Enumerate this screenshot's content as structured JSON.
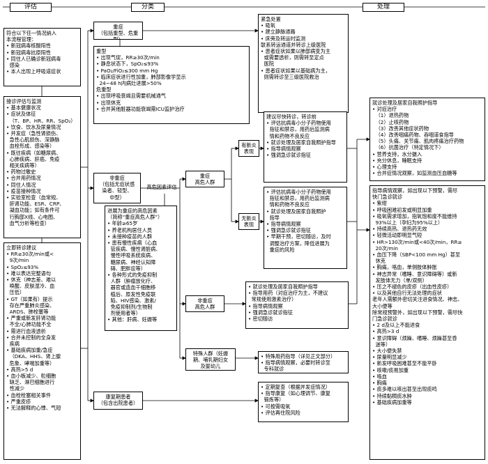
{
  "headers": {
    "assess": "评估",
    "classify": "分类",
    "treat": "处理"
  },
  "box1": [
    "符合以下任一情况纳入",
    "本流程管理：",
    "• 新冠病毒核酸阳性",
    "• 新冠病毒抗原阳性",
    "• 同住人已确诊新冠病毒",
    "  感染",
    "• 本人出现上呼吸道症状"
  ],
  "box2": [
    "接诊评估与监测",
    "• 基本健康状况",
    "• 症状及体征",
    "  （T、BP、HR、RR、SpO₂）",
    "• 饮食、饮水及尿量情况",
    "• 并发症（急性肾损伤、",
    "  急性心肌损伤、深静脉",
    "  血栓形成、感染等）",
    "• 既往疾病（如糖尿病、",
    "  心肺疾病、肝癌、免疫",
    "  相关疾病等）",
    "• 药物过敏史",
    "• 合并用药情况",
    "• 同住人情况",
    "• 疫苗接种情况",
    "• 实验室检查（血常规、",
    "  肝肾功能、ESR、CRP、",
    "  凝血功能；如有条件可",
    "  行胸部X线、心电图、",
    "  血气分析等检查）"
  ],
  "box3": [
    "立即转诊建议",
    "• RR≥30次/min或<",
    "  9次/min",
    "• SpO₂≤93%",
    "• 难以表达完整语句",
    "• 休克（神志差、难以",
    "  唤醒、皮肤湿冷、血",
    "  压低）",
    "• GT（如果有）提示",
    "  存在严重肺炎感染、",
    "  ARDS、肺栓塞等",
    "• 严重或新发肝肾功能",
    "  不全/心肺功能不全",
    "• 需进行血液透析",
    "• 合并未控制的全身发",
    "  疾病",
    "• 基础疾病加重/急症",
    "  （DKA、HHS、肾上腺",
    "  危象、哮喘加重等）",
    "• 高热>5 d",
    "• 血小板减少、粒细胞",
    "  缺乏、淋巴细胞进行",
    "  性减少",
    "• 血栓栓塞相关事件",
    "• 严重皮疹",
    "• 无法解释的心悸、气短"
  ],
  "severe_box": [
    "重症",
    "（包括重型、危重型）"
  ],
  "severe_detail": [
    "重型",
    "• 出现气促，RR≥30次/min",
    "• 静息状态下，SpO₂≤93%",
    "• PaO₂/FiO₂≤300 mm Hg",
    "• 临床症状进行性加重，肺部影像学显示",
    "  24~48 h内病灶进展>50%",
    "危重型",
    "• 出现呼吸衰竭且需要机械通气",
    "• 出现休克",
    "• 合并其他脏器功能衰竭需ICU监护治疗"
  ],
  "emergency_box": [
    "紧急处置",
    "• 吸氧",
    "• 建立静脉通路",
    "• 床旁及转运时监测",
    "联系转运通道并转诊上级医院",
    "• 患者症状如果以肺部病变为主",
    "  或需要透析，则需转至定点",
    "  医院",
    "• 患者症状如果以基础病为主，",
    "  则需转诊至三级医院救治"
  ],
  "nonsevere_box": [
    "非重症",
    "（包括无症状感",
    "染者、轻型、",
    "中型）"
  ],
  "eval_label": "高危因素评估",
  "risk_box": [
    "进展为重症的高危因素",
    "（简称“重症高危人群”）",
    "• 年龄≥65岁",
    "• 养老机构居住人员",
    "• 未接种疫苗的人群",
    "• 患有慢性疾病（心血",
    "  管疾病、慢性肾脏病、",
    "  慢性呼吸系统疾病、",
    "  糖尿病、神经认知障",
    "  碍、肥胖症等）",
    "• 各种形式的免疫抑制",
    "  人群（肿瘤放化疗、",
    "  器官或造血干细胞移",
    "  植后、原发性免疫联",
    "  陷、HIV感染、激素/",
    "  免疫抑制剂/生物制",
    "  剂使用者等）",
    "• 其他：肝病、妊娠等"
  ],
  "highrisk_box": [
    "重症",
    "高危人群"
  ],
  "fever_yes_box": [
    "有新炎",
    "表现"
  ],
  "fever_no_box": [
    "无新炎",
    "表现"
  ],
  "fever_yes_detail": [
    "建议尽快转诊，转诊前",
    "• 评估抗病毒小分子药物使用",
    "  指征和禁忌，用药后监测病",
    "  情和药物不良反应",
    "• 就诊处理及居家自我照护指导",
    "• 指导病情观察",
    "• 强调急诊就诊指征"
  ],
  "fever_no_detail": [
    "• 评估抗病毒小分子药物使用",
    "  指征和禁忌，用药后监测病",
    "  情和药物不良反应",
    "• 就诊处理及居家自我照护",
    "  指导",
    "• 指导病情观察",
    "• 强调急诊就诊指征",
    "• 早期干预，密切随访，及时",
    "  调整治疗方案，降低进展为",
    "  重症的风险"
  ],
  "nonhigh_box": [
    "非重症",
    "高危人群"
  ],
  "nonhigh_detail": [
    "• 就诊处理及居家自我照护指导",
    "• 指导用药（对症治疗为主，不建议",
    "  常规使用激素治疗）",
    "• 指导病情观察",
    "• 强调急诊就诊指征",
    "• 密切随访"
  ],
  "special_box": [
    "特殊人群（妊娠",
    "期、哺乳期妇女",
    "及婴幼儿"
  ],
  "special_detail": [
    "• 特殊用药指导（详见正文部分）",
    "• 指导病情观察，必要时转诊至",
    "  专科就诊"
  ],
  "recovery_box": [
    "康复期患者",
    "（包含出院患者）"
  ],
  "recovery_detail": [
    "• 定期复查（根据并发症情况）",
    "• 指导康复（如心理调节、康复",
    "  锻炼等）",
    "• 可按需吸氧",
    "• 评估再住院风险"
  ],
  "treatment_box": [
    "就诊处理及居家自我照护指导",
    "• 对症治疗",
    "  （1）退热药物",
    "  （2）止咳药物",
    "  （3）改善其他症状药物",
    "  （4）改善咽痛药物、吞咽道食指导",
    "  （5）头痛、关节痛、肌肉疼痛治疗药物",
    "  （6）抗菌治疗（特定情况下）",
    "• 营养支持，水分摄入",
    "• 充分休息，睡眠支持",
    "• 心理支持",
    "• 合并症情况观察，如监测血压血糖等"
  ],
  "observe_box": [
    "指导病情观察，如出现以下预警，需尽",
    "快门急诊就诊",
    "• 紫绀",
    "• 呼吸困难初发或明显加重",
    "• 吸氧需求增加，指氧饱和度不能维持",
    "  93%以上（孕妇为95%以上）",
    "• 持续高热、退热药无效",
    "• 轻微活动即明显气短",
    "• HR>130次/min或<40次/min，RR≥",
    "  20次/min",
    "• 血压下降（SBP<100 mm Hg）甚至",
    "  休克",
    "• 胸痛，咯血，单侧肢体肿胀",
    "• 神志异常（嗜睡、意识障碍等）或新",
    "  发肢体无力（单/双侧）",
    "• 压之不褪色的皮疹（出血性皮疹）",
    "• 以及其他自行无法处理的症状",
    "老年人需额外密切关注进食情况、神志、",
    "大小便等",
    "除常规预警外，如出现以下预警，需尽快",
    "门急诊就诊",
    "• 2 d及以上不能进食",
    "• 高热>3 d",
    "• 意识障碍（烦躁、嗜睡、烦躁甚至昏",
    "  迷等）",
    "• 大小便失禁",
    "• 尿量明显减少",
    "• 新发呼吸困难甚至不能平卧",
    "• 咳嗽/痰易加重",
    "• 咯血",
    "• 胸痛",
    "• 痰多难以咳出甚至出现痰鸣",
    "• 持续黏稠痰水肿",
    "• 基础疾病加重等"
  ]
}
